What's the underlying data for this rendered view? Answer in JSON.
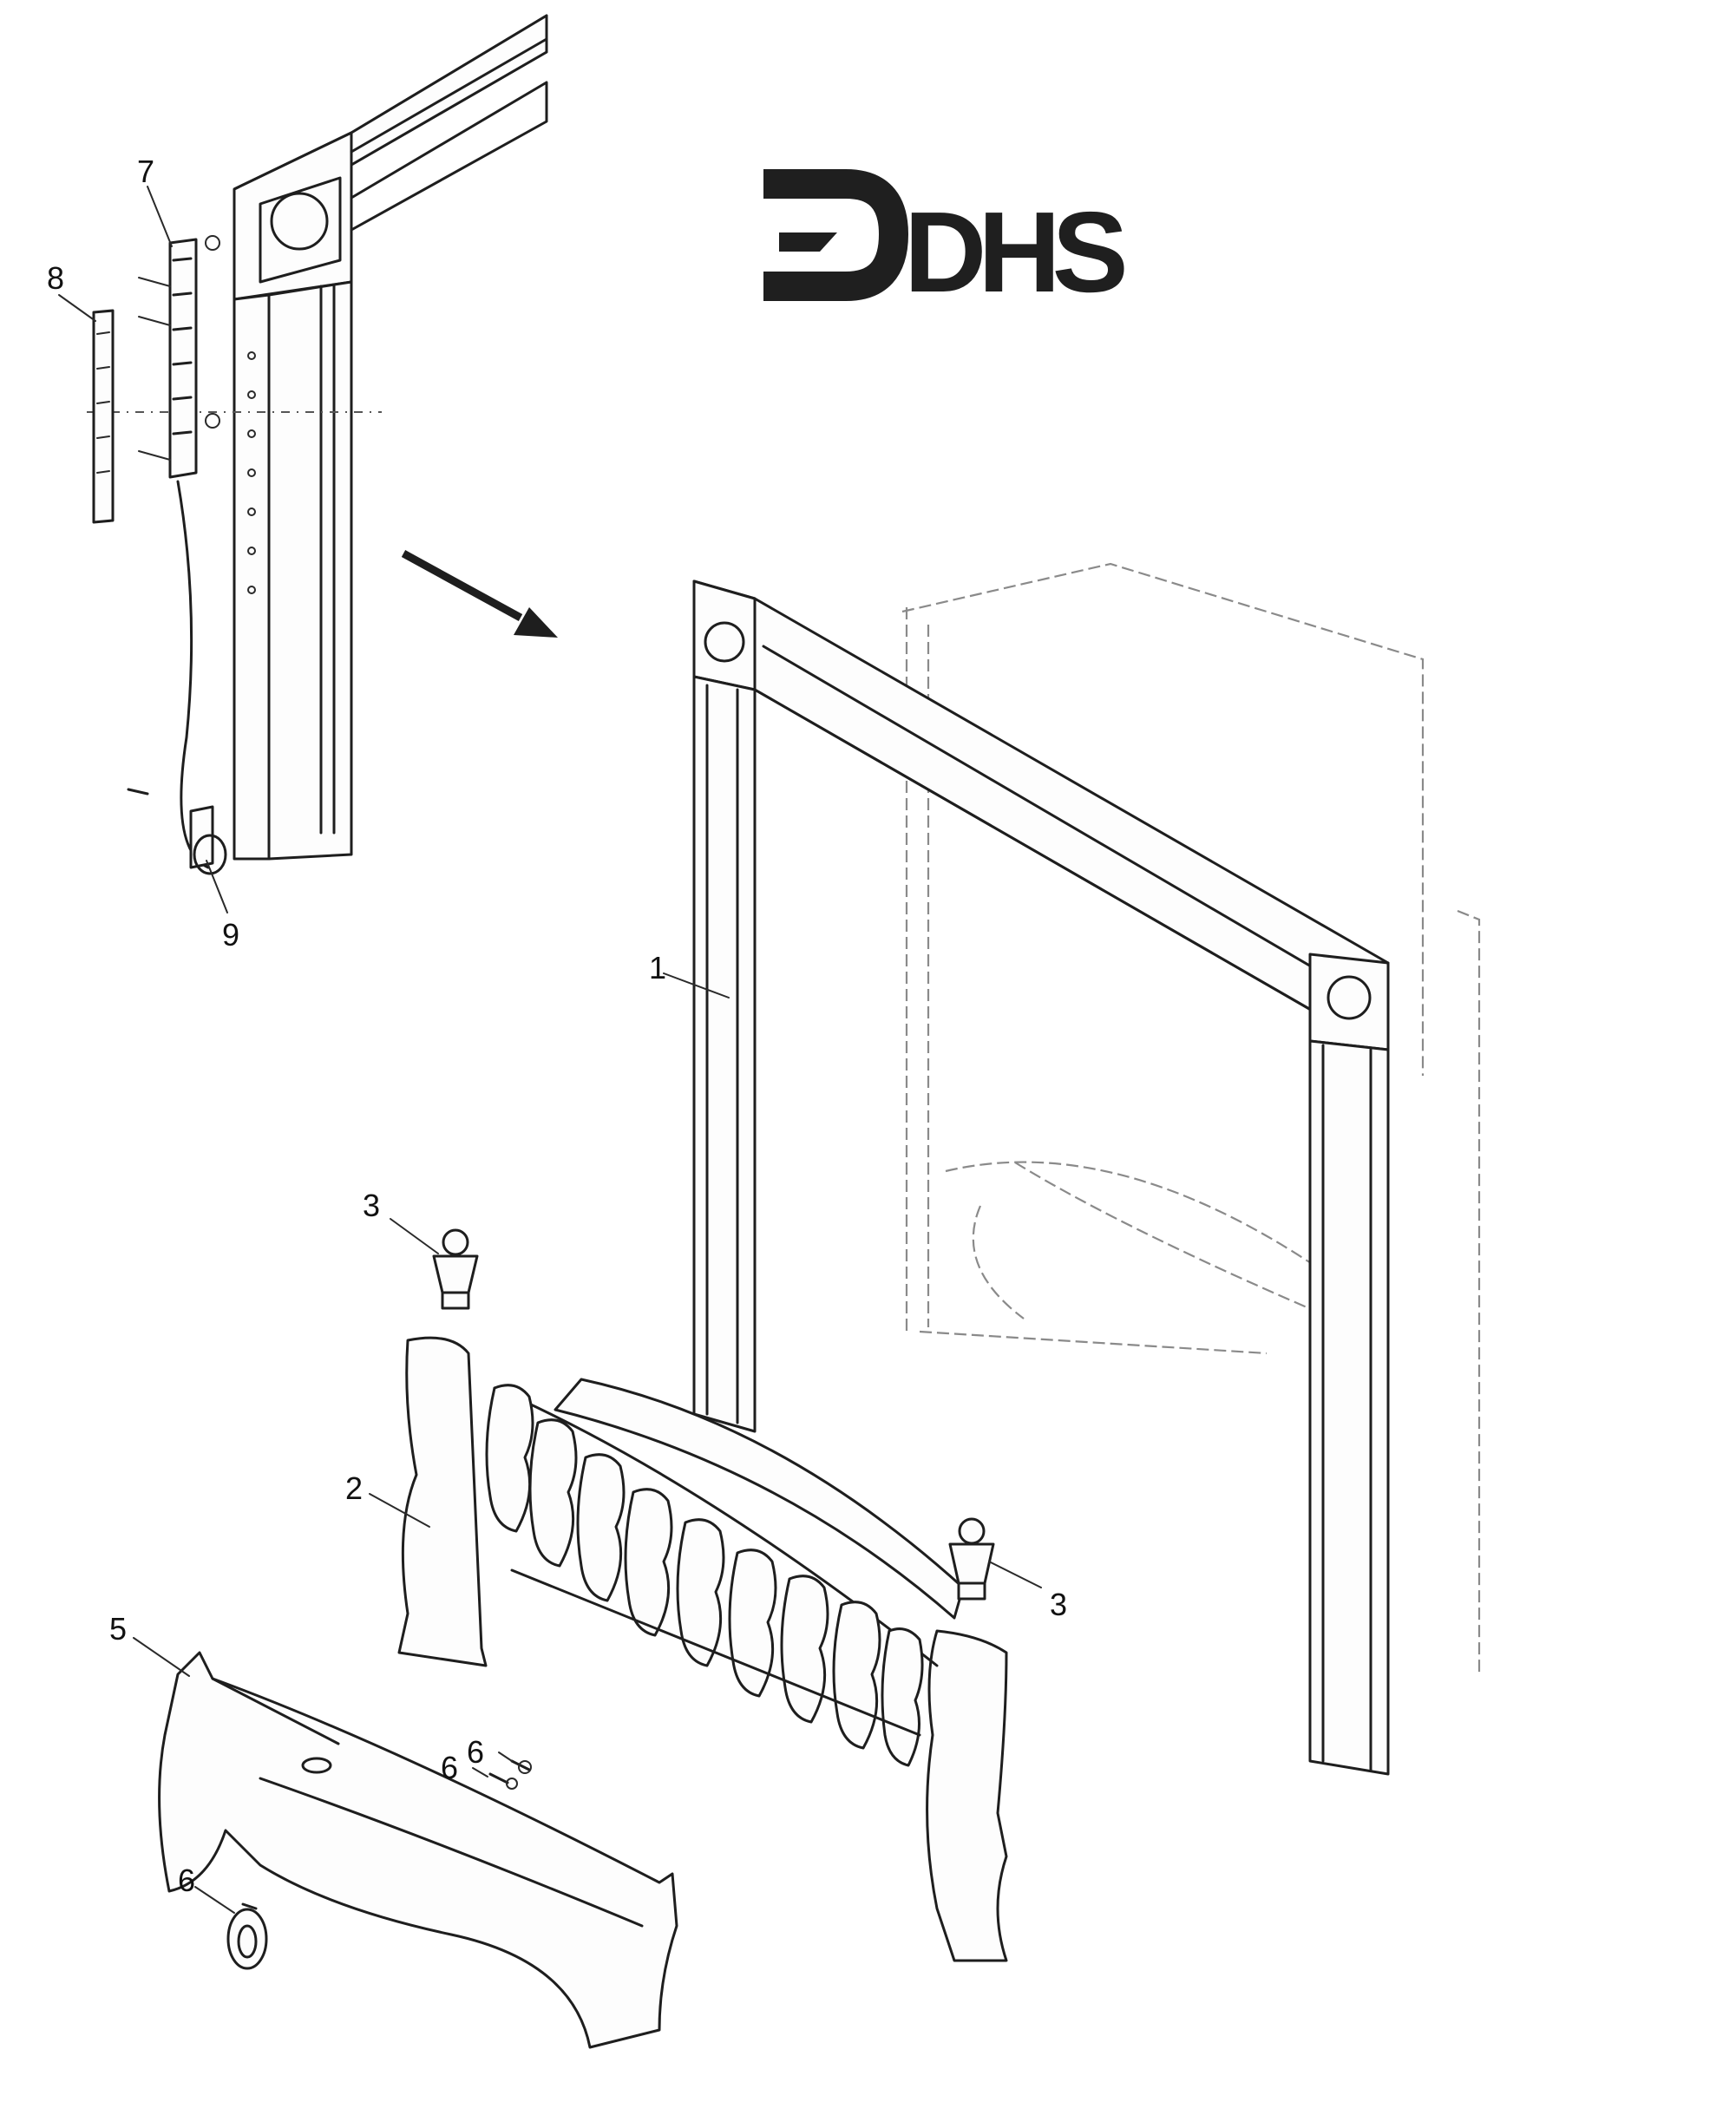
{
  "logo": {
    "text": "DHS",
    "icon": "dhs-arrow-logo-icon",
    "color": "#1f1f1f"
  },
  "callouts": [
    {
      "id": "c7",
      "text": "7"
    },
    {
      "id": "c8",
      "text": "8"
    },
    {
      "id": "c9",
      "text": "9"
    },
    {
      "id": "c1",
      "text": "1"
    },
    {
      "id": "c3a",
      "text": "3"
    },
    {
      "id": "c3b",
      "text": "3"
    },
    {
      "id": "c2",
      "text": "2"
    },
    {
      "id": "c5",
      "text": "5"
    },
    {
      "id": "c6a",
      "text": "6"
    },
    {
      "id": "c6b",
      "text": "6"
    },
    {
      "id": "c6c",
      "text": "6"
    }
  ]
}
